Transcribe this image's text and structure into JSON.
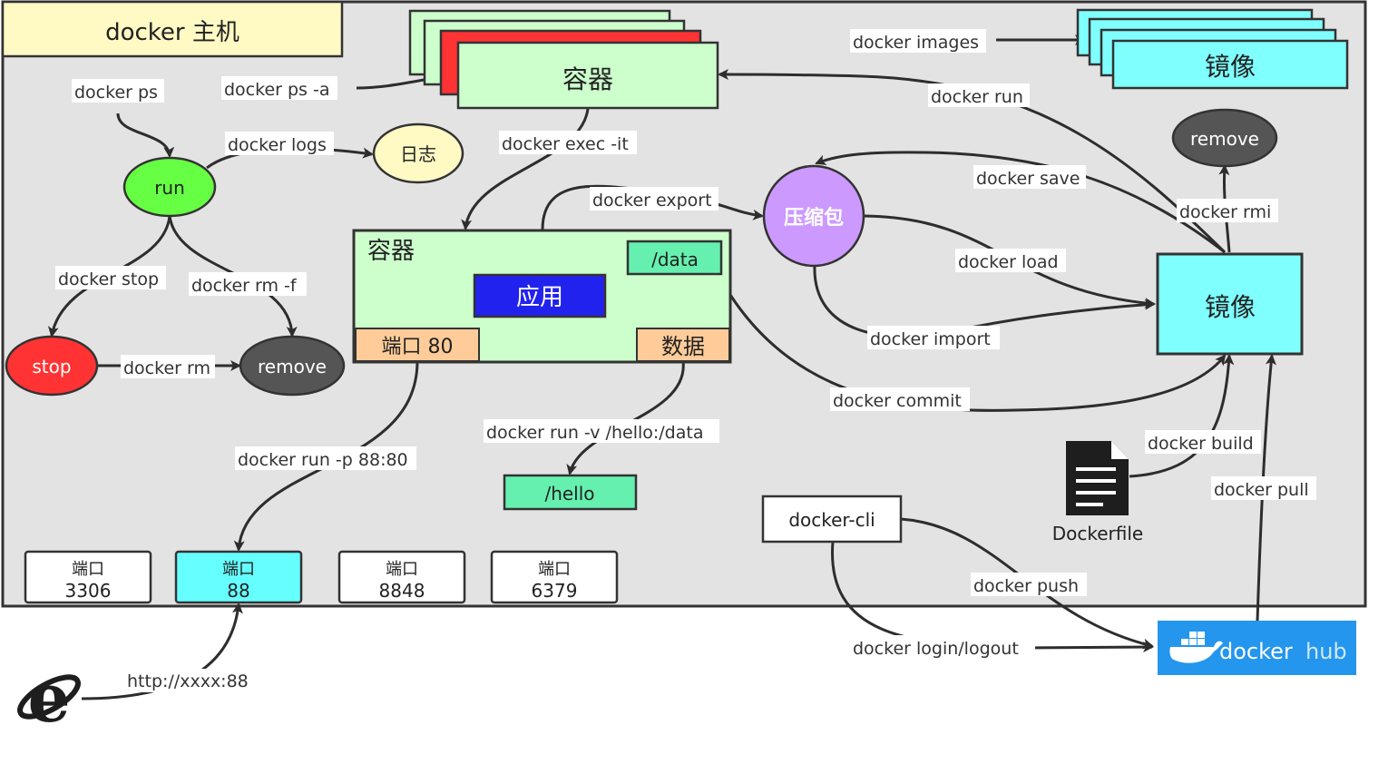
{
  "host": {
    "title": "docker 主机"
  },
  "nodes": {
    "container_top": "容器",
    "images_top": "镜像",
    "remove_image": "remove",
    "log": "日志",
    "run": "run",
    "stop": "stop",
    "remove_container": "remove",
    "container_box": "容器",
    "app": "应用",
    "data_dir": "/data",
    "port80": "端口 80",
    "data_vol": "数据",
    "archive": "压缩包",
    "image_main": "镜像",
    "hello": "/hello",
    "dockerfile": "Dockerfile",
    "docker_cli": "docker-cli",
    "hub_brand_a": "docker",
    "hub_brand_b": "hub"
  },
  "ports": [
    {
      "title": "端口",
      "value": "3306",
      "highlight": false
    },
    {
      "title": "端口",
      "value": "88",
      "highlight": true
    },
    {
      "title": "端口",
      "value": "8848",
      "highlight": false
    },
    {
      "title": "端口",
      "value": "6379",
      "highlight": false
    }
  ],
  "edges": {
    "ps": "docker ps",
    "ps_a": "docker ps -a",
    "logs": "docker logs",
    "exec": "docker exec -it",
    "export": "docker export",
    "images": "docker images",
    "run": "docker run",
    "save": "docker save",
    "rmi": "docker rmi",
    "load": "docker load",
    "import": "docker import",
    "commit": "docker commit",
    "stop": "docker stop",
    "rm_f": "docker rm -f",
    "rm": "docker rm",
    "volume": "docker run -v /hello:/data",
    "port_map": "docker run -p 88:80",
    "build": "docker build",
    "pull": "docker pull",
    "push": "docker push",
    "login": "docker login/logout",
    "http": "http://xxxx:88"
  },
  "colors": {
    "host_bg": "#e3e3e3",
    "title_bg": "#fff9c4",
    "container_green": "#ccffcc",
    "red": "#ff3333",
    "green": "#66ff44",
    "cyan": "#80ffff",
    "blue": "#2222ee",
    "orange": "#ffcc99",
    "mint": "#66f0b0",
    "purple": "#cc99ff",
    "dark": "#555555",
    "hub": "#2496ed"
  },
  "icons": [
    "browser-e-icon",
    "document-icon",
    "docker-whale-icon"
  ]
}
